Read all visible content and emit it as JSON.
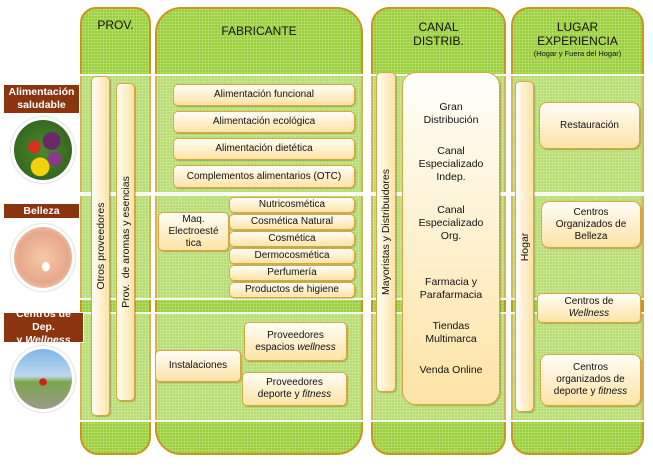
{
  "columns": {
    "prov": "PROV.",
    "fabricante": "FABRICANTE",
    "canal": [
      "CANAL",
      "DISTRIB."
    ],
    "lugar": [
      "LUGAR",
      "EXPERIENCIA"
    ],
    "lugar_sub": "(Hogar y Fuera del Hogar)"
  },
  "rows": {
    "alimentacion": [
      "Alimentación",
      "saludable"
    ],
    "belleza": "Belleza",
    "centros": [
      "Centros de Dep.",
      "y",
      "Wellness"
    ]
  },
  "photos": {
    "alimentacion": "vegetables-photo",
    "belleza": "smiling-woman-photo",
    "centros": "people-walking-photo"
  },
  "prov": {
    "otros": "Otros proveedores",
    "aromas": "Prov.  de aromas y esencias"
  },
  "fabricante": {
    "alimentacion": [
      "Alimentación funcional",
      "Alimentación ecológica",
      "Alimentación dietética",
      "Complementos alimentarios (OTC)"
    ],
    "maq": [
      "Maq.",
      "Electroesté",
      "tica"
    ],
    "belleza": [
      "Nutricosmética",
      "Cosmética Natural",
      "Cosmética",
      "Dermocosmética",
      "Perfumería",
      "Productos de higiene"
    ],
    "instalaciones": "Instalaciones",
    "espacios": [
      "Proveedores",
      "espacios",
      "wellness"
    ],
    "deporte": [
      "Proveedores",
      "deporte y",
      "fitness"
    ]
  },
  "canal": {
    "mayoristas": "Mayoristas y Distribuidores",
    "items": [
      [
        "Gran",
        "Distribución"
      ],
      [
        "Canal",
        "Especializado",
        "Indep."
      ],
      [
        "Canal",
        "Especializado",
        "Org."
      ],
      [
        "Farmacia y",
        "Parafarmacia"
      ],
      [
        "Tiendas",
        "Multimarca"
      ],
      [
        "Venda Online"
      ]
    ]
  },
  "lugar": {
    "hogar": "Hogar",
    "restauracion": "Restauración",
    "belleza": [
      "Centros",
      "Organizados de",
      "Belleza"
    ],
    "wellness": [
      "Centros de",
      "Wellness"
    ],
    "fitness": [
      "Centros",
      "organizados de",
      "deporte y",
      "fitness"
    ]
  },
  "colors": {
    "column_green": "#9bcf3a",
    "column_border": "#c8961e",
    "label_brown": "#8b3510",
    "box_fill": "#fde3a6"
  }
}
